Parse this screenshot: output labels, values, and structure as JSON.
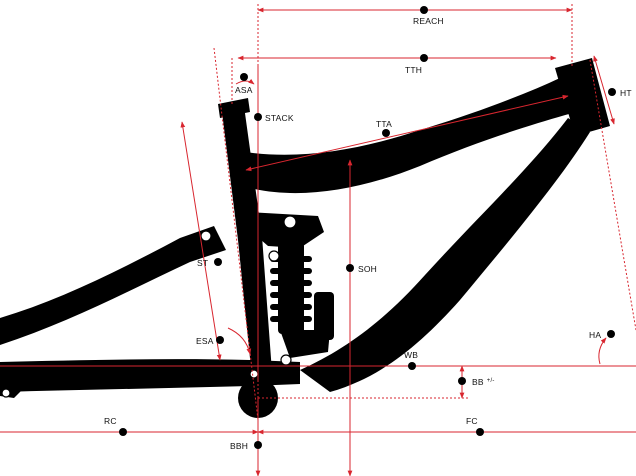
{
  "colors": {
    "dimension_line": "#d8262f",
    "frame": "#000000",
    "background": "#ffffff",
    "label": "#111111"
  },
  "labels": {
    "reach": "REACH",
    "tth": "TTH",
    "asa": "ASA",
    "stack": "STACK",
    "tta": "TTA",
    "ht": "HT",
    "st": "ST",
    "soh": "SOH",
    "esa": "ESA",
    "ha": "HA",
    "wb": "WB",
    "bb": "BB",
    "bb_suffix": "+/-",
    "rc": "RC",
    "fc": "FC",
    "bbh": "BBH"
  }
}
